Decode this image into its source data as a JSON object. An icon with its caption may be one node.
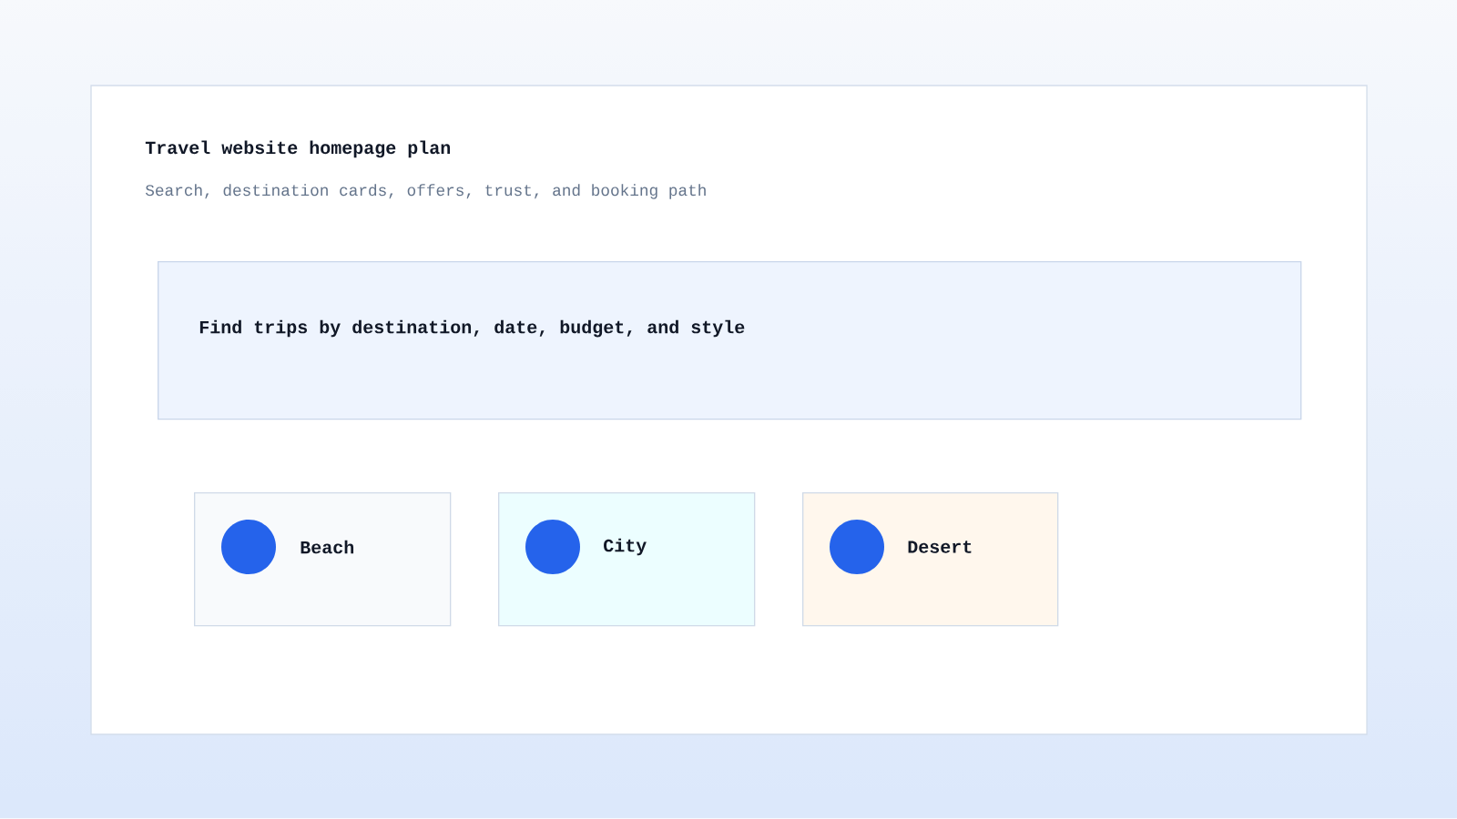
{
  "diagram": {
    "title": "Travel website homepage plan",
    "nodes": [
      {
        "text": [
          "Find trips by destination, date, budget, and style"
        ]
      },
      {
        "text": [
          "Beach"
        ]
      },
      {
        "text": [
          "City"
        ]
      },
      {
        "text": [
          "Desert"
        ]
      }
    ],
    "labels": [
      "Search, destination cards, offers, trust, and booking path"
    ]
  }
}
